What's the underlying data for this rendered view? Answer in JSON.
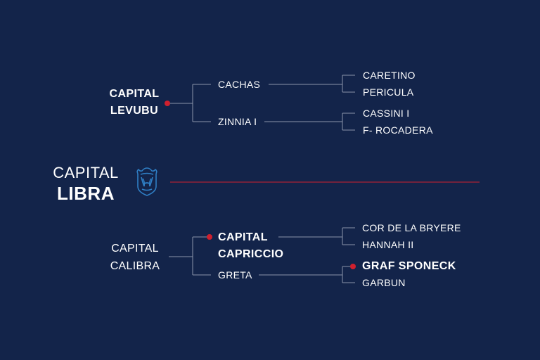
{
  "colors": {
    "background": "#13244a",
    "text": "#ffffff",
    "line": "#8b95ab",
    "accent": "#d0202e",
    "crest": "#2f7ec4"
  },
  "horse": {
    "line1": "CAPITAL",
    "line2": "LIBRA"
  },
  "sire": {
    "name_line1": "CAPITAL",
    "name_line2": "LEVUBU",
    "parents": [
      {
        "name": "CACHAS",
        "parents": [
          "CARETINO",
          "PERICULA"
        ]
      },
      {
        "name": "ZINNIA I",
        "parents": [
          "CASSINI I",
          "F- ROCADERA"
        ]
      }
    ]
  },
  "dam": {
    "name_line1": "CAPITAL",
    "name_line2": "CALIBRA",
    "parents": [
      {
        "name_line1": "CAPITAL",
        "name_line2": "CAPRICCIO",
        "parents": [
          "COR DE LA BRYERE",
          "HANNAH II"
        ]
      },
      {
        "name": "GRETA",
        "parents": [
          "GRAF SPONECK",
          "GARBUN"
        ]
      }
    ]
  }
}
